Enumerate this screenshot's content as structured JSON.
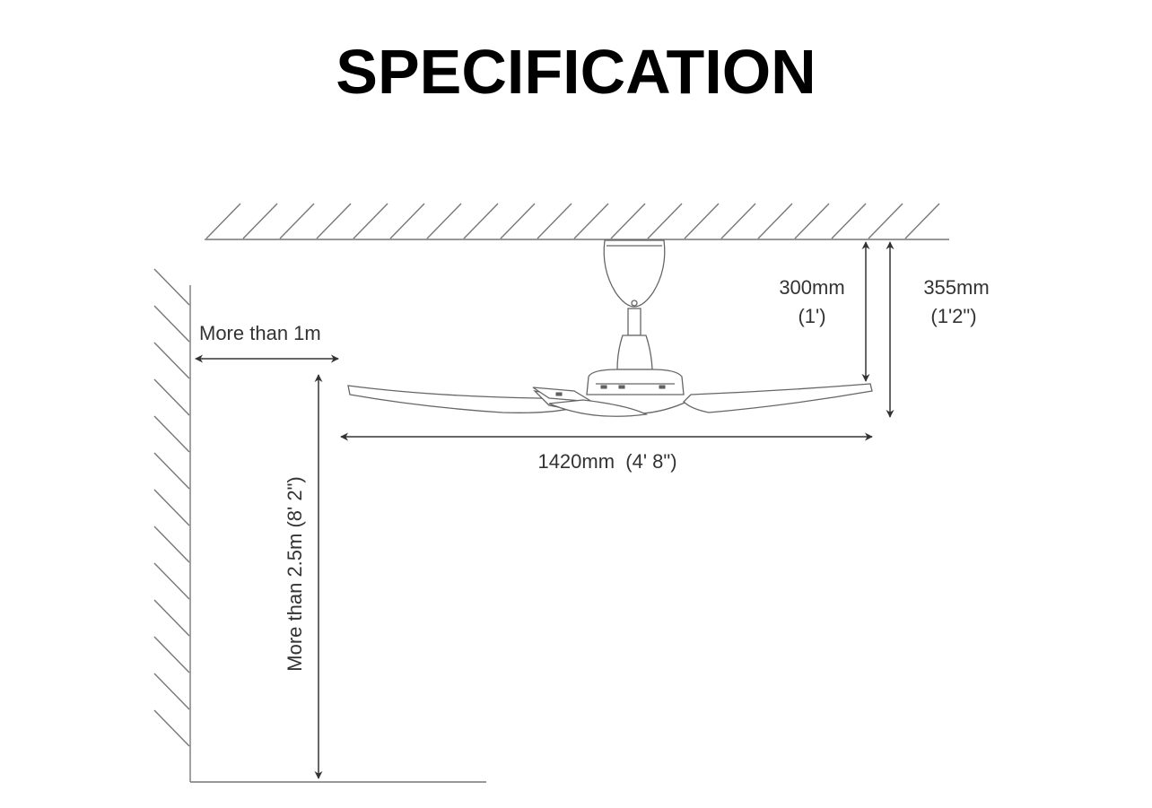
{
  "title": "SPECIFICATION",
  "labels": {
    "clearance_wall": "More than 1m",
    "clearance_floor": "More than 2.5m (8' 2\")",
    "span": "1420mm  (4' 8\")",
    "drop_blade_mm": "300mm",
    "drop_blade_ft": "(1')",
    "drop_total_mm": "355mm",
    "drop_total_ft": "(1'2\")"
  },
  "colors": {
    "line": "#555555",
    "text": "#333333"
  }
}
